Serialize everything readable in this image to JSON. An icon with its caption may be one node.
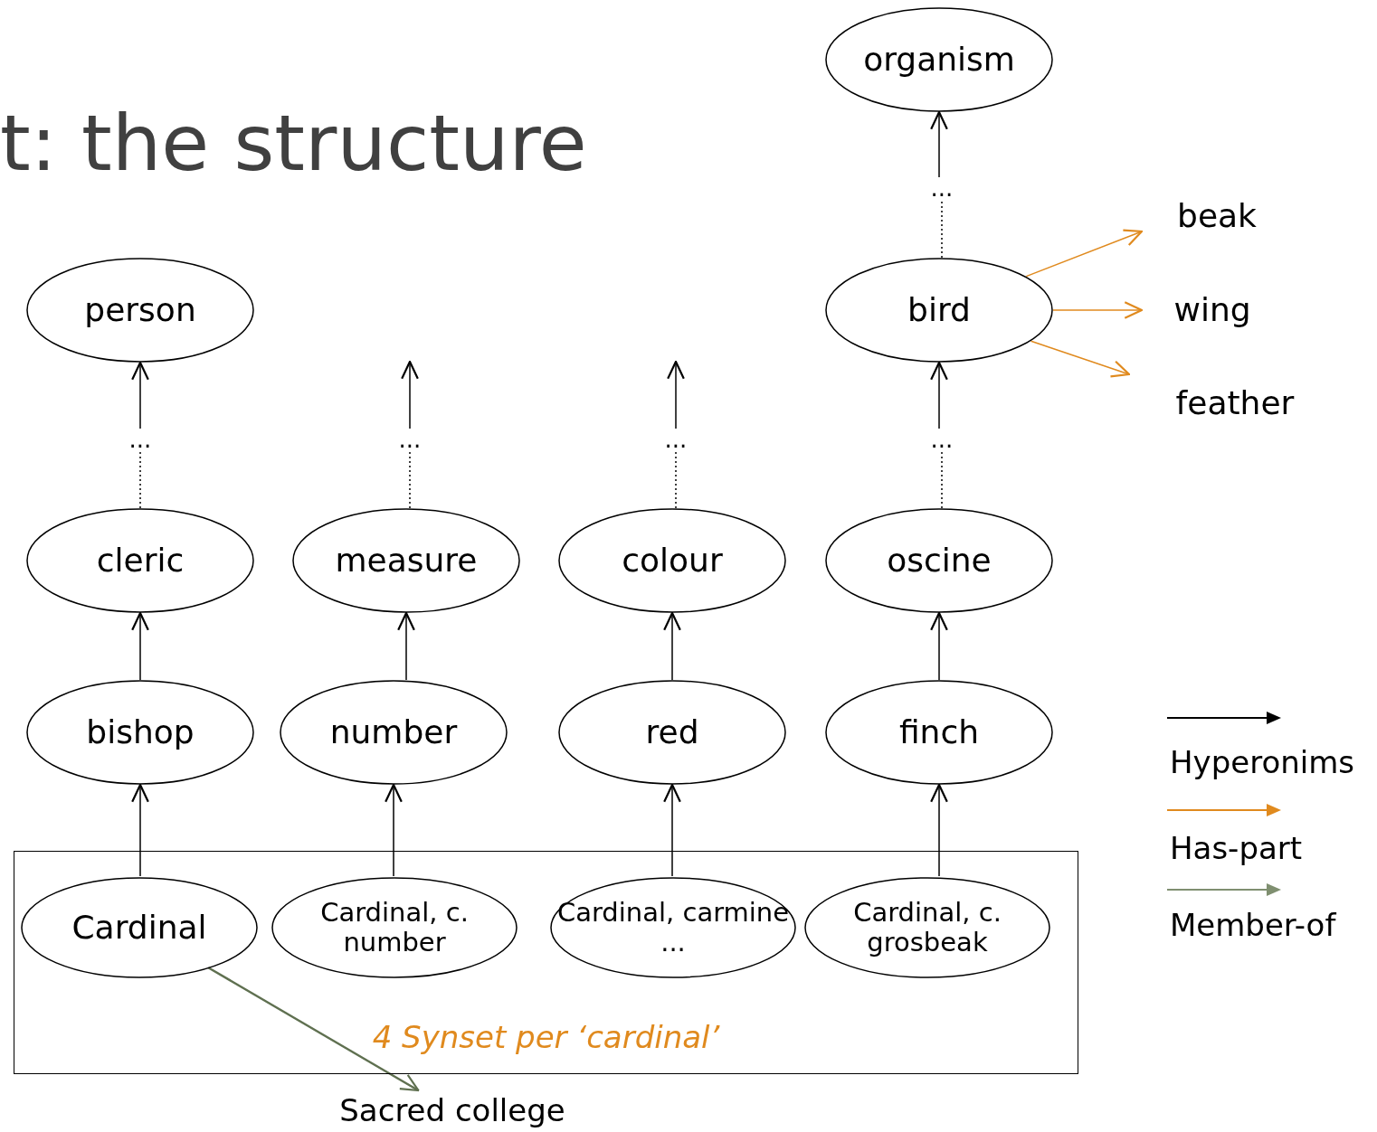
{
  "diagram": {
    "title": "t: the structure",
    "nodes": [
      {
        "text": [
          "organism"
        ]
      },
      {
        "text": [
          "..."
        ]
      },
      {
        "text": [
          "beak"
        ]
      },
      {
        "text": [
          "bird"
        ]
      },
      {
        "text": [
          "wing"
        ]
      },
      {
        "text": [
          "feather"
        ]
      },
      {
        "text": [
          "person"
        ]
      },
      {
        "text": [
          "..."
        ]
      },
      {
        "text": [
          "..."
        ]
      },
      {
        "text": [
          "..."
        ]
      },
      {
        "text": [
          "..."
        ]
      },
      {
        "text": [
          "cleric"
        ]
      },
      {
        "text": [
          "measure"
        ]
      },
      {
        "text": [
          "colour"
        ]
      },
      {
        "text": [
          "oscine"
        ]
      },
      {
        "text": [
          "bishop"
        ]
      },
      {
        "text": [
          "number"
        ]
      },
      {
        "text": [
          "red"
        ]
      },
      {
        "text": [
          "finch"
        ]
      },
      {
        "text": [
          "4 Synset per ‘cardinal’"
        ]
      },
      {
        "text": [
          "Cardinal"
        ],
        "in": 19
      },
      {
        "text": [
          "Cardinal, c. number"
        ],
        "in": 19
      },
      {
        "text": [
          "Cardinal, carmine ..."
        ],
        "in": 19
      },
      {
        "text": [
          "Cardinal, c. grosbeak"
        ],
        "in": 19
      },
      {
        "text": [
          "Sacred college"
        ]
      }
    ],
    "edges": [
      {
        "from": 1,
        "to": 0,
        "arrow": "to"
      },
      {
        "from": 3,
        "to": 1,
        "arrow": "none",
        "style": "dashed"
      },
      {
        "from": 3,
        "to": 2,
        "arrow": "to",
        "color": "#e08a1e"
      },
      {
        "from": 3,
        "to": 4,
        "arrow": "to",
        "color": "#e08a1e"
      },
      {
        "from": 3,
        "to": 5,
        "arrow": "to",
        "color": "#e08a1e"
      },
      {
        "from": 7,
        "to": 6,
        "arrow": "to"
      },
      {
        "from": 11,
        "to": 7,
        "arrow": "none",
        "style": "dashed"
      },
      {
        "from": 8,
        "to": null,
        "arrow": "to"
      },
      {
        "from": 12,
        "to": 8,
        "arrow": "none",
        "style": "dashed"
      },
      {
        "from": 9,
        "to": null,
        "arrow": "to"
      },
      {
        "from": 13,
        "to": 9,
        "arrow": "none",
        "style": "dashed"
      },
      {
        "from": 10,
        "to": 3,
        "arrow": "to"
      },
      {
        "from": 14,
        "to": 10,
        "arrow": "none",
        "style": "dashed"
      },
      {
        "from": 15,
        "to": 11,
        "arrow": "to"
      },
      {
        "from": 16,
        "to": 12,
        "arrow": "to"
      },
      {
        "from": 17,
        "to": 13,
        "arrow": "to"
      },
      {
        "from": 18,
        "to": 14,
        "arrow": "to"
      },
      {
        "from": 20,
        "to": 15,
        "arrow": "to"
      },
      {
        "from": 21,
        "to": 16,
        "arrow": "to"
      },
      {
        "from": 22,
        "to": 17,
        "arrow": "to"
      },
      {
        "from": 23,
        "to": 18,
        "arrow": "to"
      },
      {
        "from": 20,
        "to": 24,
        "arrow": "to",
        "color": "#5f7050"
      }
    ],
    "legend": [
      {
        "text": "Hyperonims"
      },
      {
        "text": "Has-part"
      },
      {
        "text": "Member-of"
      }
    ]
  }
}
